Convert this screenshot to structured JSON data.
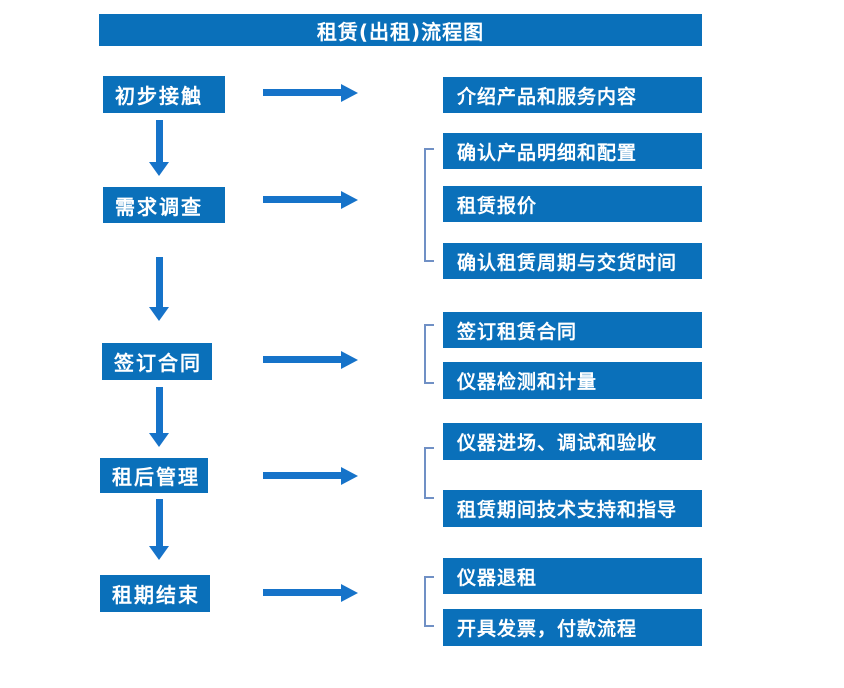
{
  "title": "租赁(出租)流程图",
  "colors": {
    "box_fill": "#0A70BA",
    "arrow": "#1673C9",
    "bracket": "#7090C5",
    "text": "#FFFFFF",
    "background": "#FFFFFF"
  },
  "groups": [
    {
      "step": "初步接触",
      "details": [
        "介绍产品和服务内容"
      ]
    },
    {
      "step": "需求调查",
      "details": [
        "确认产品明细和配置",
        "租赁报价",
        "确认租赁周期与交货时间"
      ]
    },
    {
      "step": "签订合同",
      "details": [
        "签订租赁合同",
        "仪器检测和计量"
      ]
    },
    {
      "step": "租后管理",
      "details": [
        "仪器进场、调试和验收",
        "租赁期间技术支持和指导"
      ]
    },
    {
      "step": "租期结束",
      "details": [
        "仪器退租",
        "开具发票，付款流程"
      ]
    }
  ]
}
